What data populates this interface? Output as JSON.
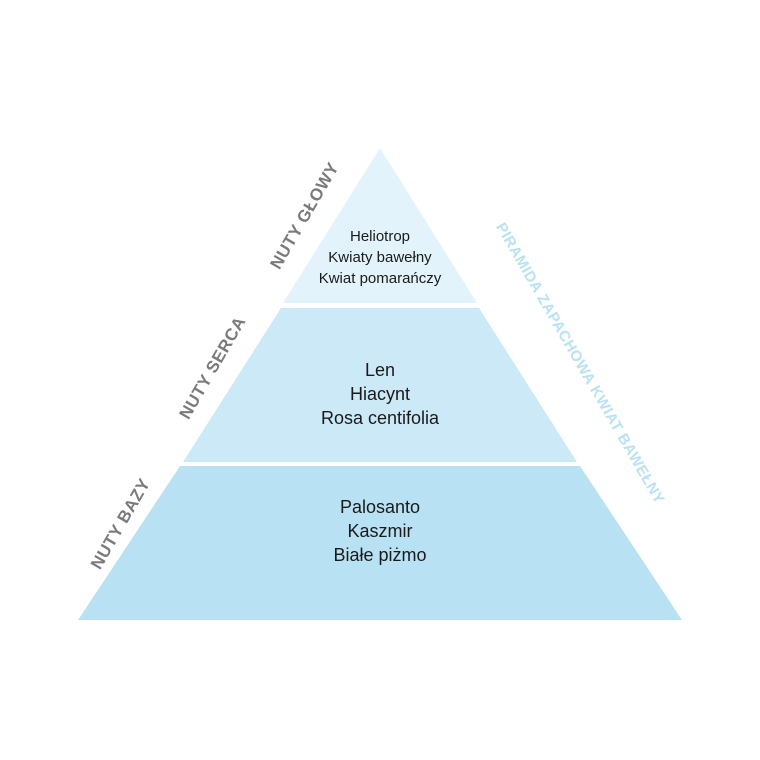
{
  "pyramid": {
    "top": {
      "lines": [
        "Heliotrop",
        "Kwiaty bawełny",
        "Kwiat pomarańczy"
      ]
    },
    "middle": {
      "lines": [
        "Len",
        "Hiacynt",
        "Rosa centifolia"
      ]
    },
    "base": {
      "lines": [
        "Palosanto",
        "Kaszmir",
        "Białe piżmo"
      ]
    }
  },
  "labels": {
    "top": "NUTY GŁOWY",
    "middle": "NUTY SERCA",
    "base": "NUTY BAZY",
    "right": "PIRAMIDA ZAPACHOWA KWIAT BAWEŁNY"
  },
  "colors": {
    "top_fill": "#e2f3fb",
    "middle_fill": "#cbe9f7",
    "base_fill": "#b8e2f4",
    "side_label": "#7a7a7a",
    "right_label": "#b8e2f4"
  }
}
